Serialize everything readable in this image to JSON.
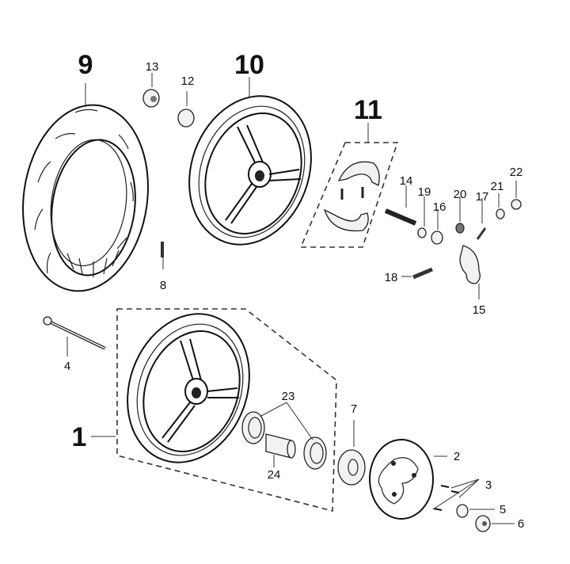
{
  "diagram": {
    "title": "Wheel assembly exploded parts view",
    "callouts": [
      {
        "id": "1",
        "style": "big",
        "part": "front-wheel-assembly"
      },
      {
        "id": "2",
        "style": "small",
        "part": "brake-disc"
      },
      {
        "id": "3",
        "style": "small",
        "part": "disc-bolts"
      },
      {
        "id": "4",
        "style": "small",
        "part": "axle-bolt"
      },
      {
        "id": "5",
        "style": "small",
        "part": "washer"
      },
      {
        "id": "6",
        "style": "small",
        "part": "axle-nut"
      },
      {
        "id": "7",
        "style": "small",
        "part": "spacer"
      },
      {
        "id": "8",
        "style": "small",
        "part": "tire-valve"
      },
      {
        "id": "9",
        "style": "big",
        "part": "tire"
      },
      {
        "id": "10",
        "style": "big",
        "part": "rear-wheel-rim"
      },
      {
        "id": "11",
        "style": "big",
        "part": "brake-shoe-set"
      },
      {
        "id": "12",
        "style": "small",
        "part": "washer"
      },
      {
        "id": "13",
        "style": "small",
        "part": "nut"
      },
      {
        "id": "14",
        "style": "small",
        "part": "brake-cam"
      },
      {
        "id": "15",
        "style": "small",
        "part": "brake-arm"
      },
      {
        "id": "16",
        "style": "small",
        "part": "felt-seal"
      },
      {
        "id": "17",
        "style": "small",
        "part": "bolt"
      },
      {
        "id": "18",
        "style": "small",
        "part": "spring"
      },
      {
        "id": "19",
        "style": "small",
        "part": "washer"
      },
      {
        "id": "20",
        "style": "small",
        "part": "wear-indicator"
      },
      {
        "id": "21",
        "style": "small",
        "part": "nut"
      },
      {
        "id": "22",
        "style": "small",
        "part": "adjusting-nut"
      },
      {
        "id": "23",
        "style": "small",
        "part": "bearings"
      },
      {
        "id": "24",
        "style": "small",
        "part": "distance-collar"
      }
    ]
  }
}
